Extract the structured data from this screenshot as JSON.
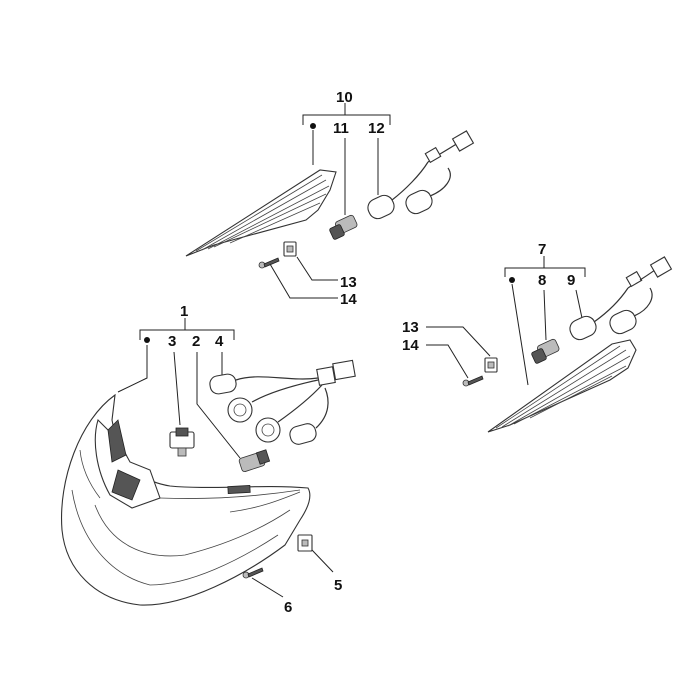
{
  "callouts": {
    "c1": "1",
    "c2": "2",
    "c3": "3",
    "c4": "4",
    "c5": "5",
    "c6": "6",
    "c7": "7",
    "c8": "8",
    "c9": "9",
    "c10": "10",
    "c11": "11",
    "c12": "12",
    "c13a": "13",
    "c14a": "14",
    "c13b": "13",
    "c14b": "14"
  }
}
